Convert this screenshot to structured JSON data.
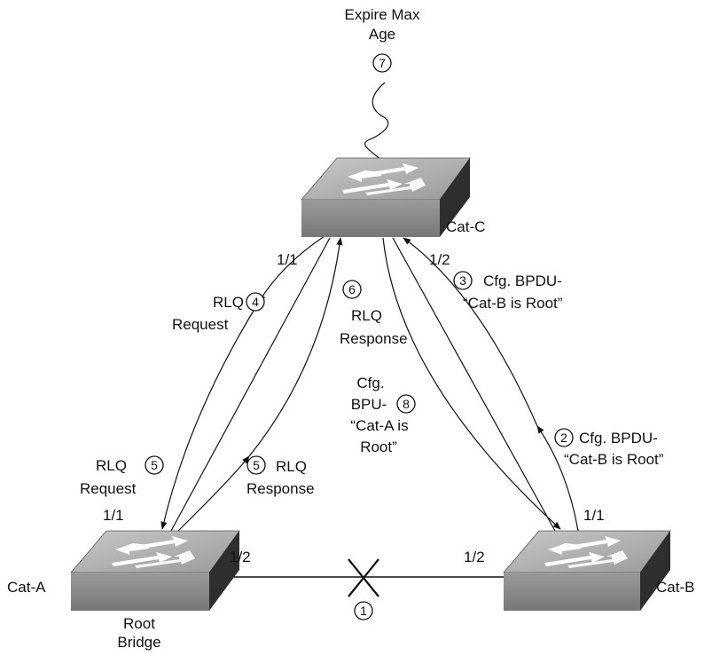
{
  "switches": {
    "cat_a": {
      "name": "Cat-A",
      "role_line1": "Root",
      "role_line2": "Bridge",
      "port_up": "1/1",
      "port_right": "1/2"
    },
    "cat_b": {
      "name": "Cat-B",
      "port_up": "1/1",
      "port_left": "1/2"
    },
    "cat_c": {
      "name": "Cat-C",
      "port_left": "1/1",
      "port_right": "1/2"
    }
  },
  "failure": {
    "step": "1"
  },
  "expire": {
    "line1": "Expire Max",
    "line2": "Age",
    "step": "7"
  },
  "messages": {
    "m2": {
      "step": "2",
      "line1": "Cfg. BPDU-",
      "line2": "“Cat-B is Root”"
    },
    "m3": {
      "step": "3",
      "line1": "Cfg. BPDU-",
      "line2": "“Cat-B is Root”"
    },
    "m4": {
      "step": "4",
      "line1": "RLQ",
      "line2": "Request"
    },
    "m5a": {
      "step": "5",
      "line1": "RLQ",
      "line2": "Request"
    },
    "m5b": {
      "step": "5",
      "line1": "RLQ",
      "line2": "Response"
    },
    "m6": {
      "step": "6",
      "line1": "RLQ",
      "line2": "Response"
    },
    "m8": {
      "step": "8",
      "line1": "Cfg.",
      "line2": "BPU-",
      "line3": "“Cat-A is",
      "line4": "Root”"
    }
  },
  "colors": {
    "switch_top": "#b4b4b4",
    "switch_front": "#8a8a8a",
    "switch_side": "#2e2e2e"
  }
}
